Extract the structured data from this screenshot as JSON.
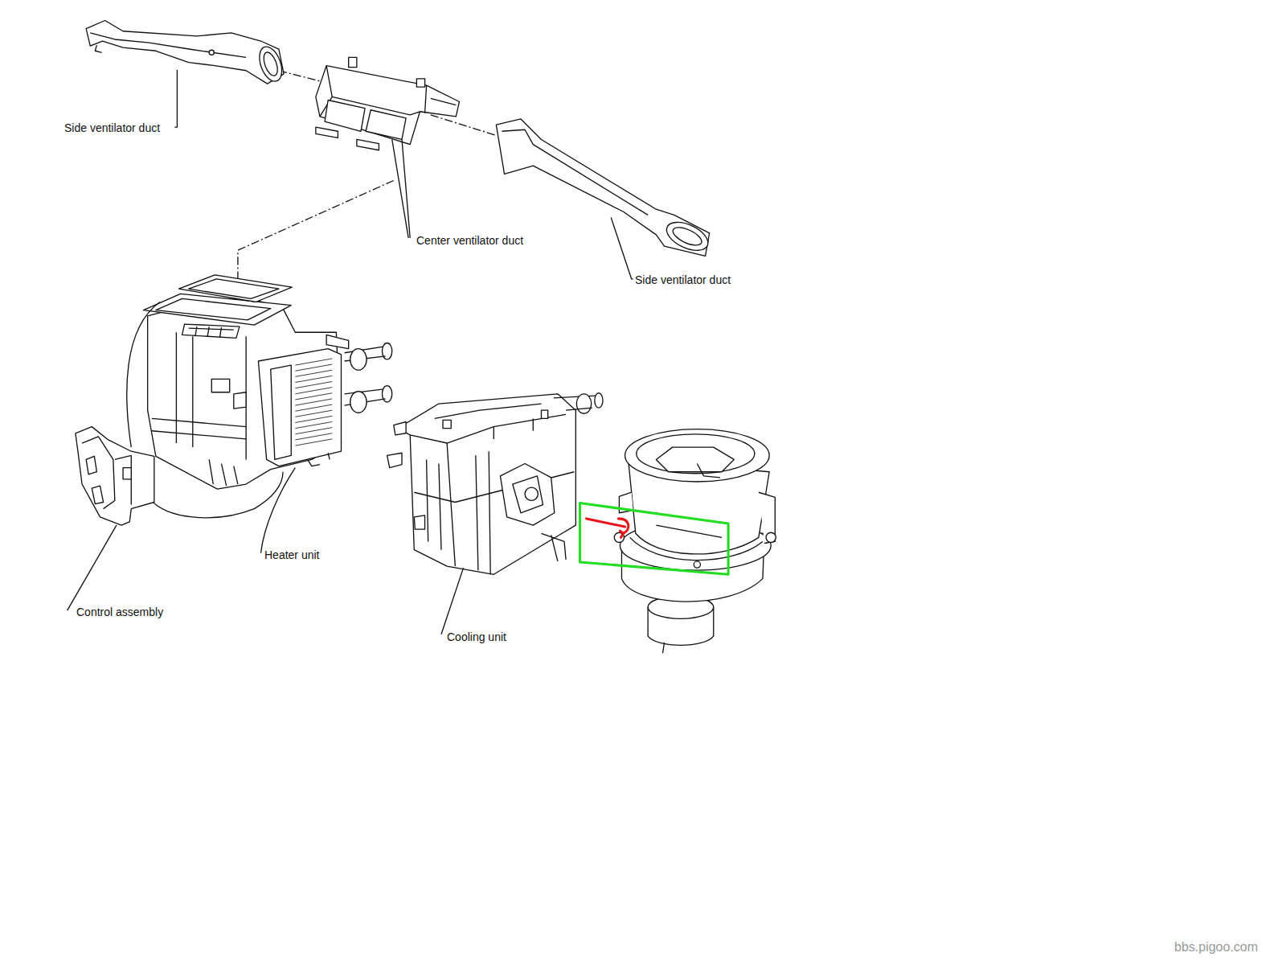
{
  "diagram": {
    "labels": [
      "Side ventilator duct",
      "Center ventilator duct",
      "Side ventilator duct",
      "Heater unit",
      "Control assembly",
      "Cooling unit",
      "bbs.pigoo.com"
    ]
  }
}
